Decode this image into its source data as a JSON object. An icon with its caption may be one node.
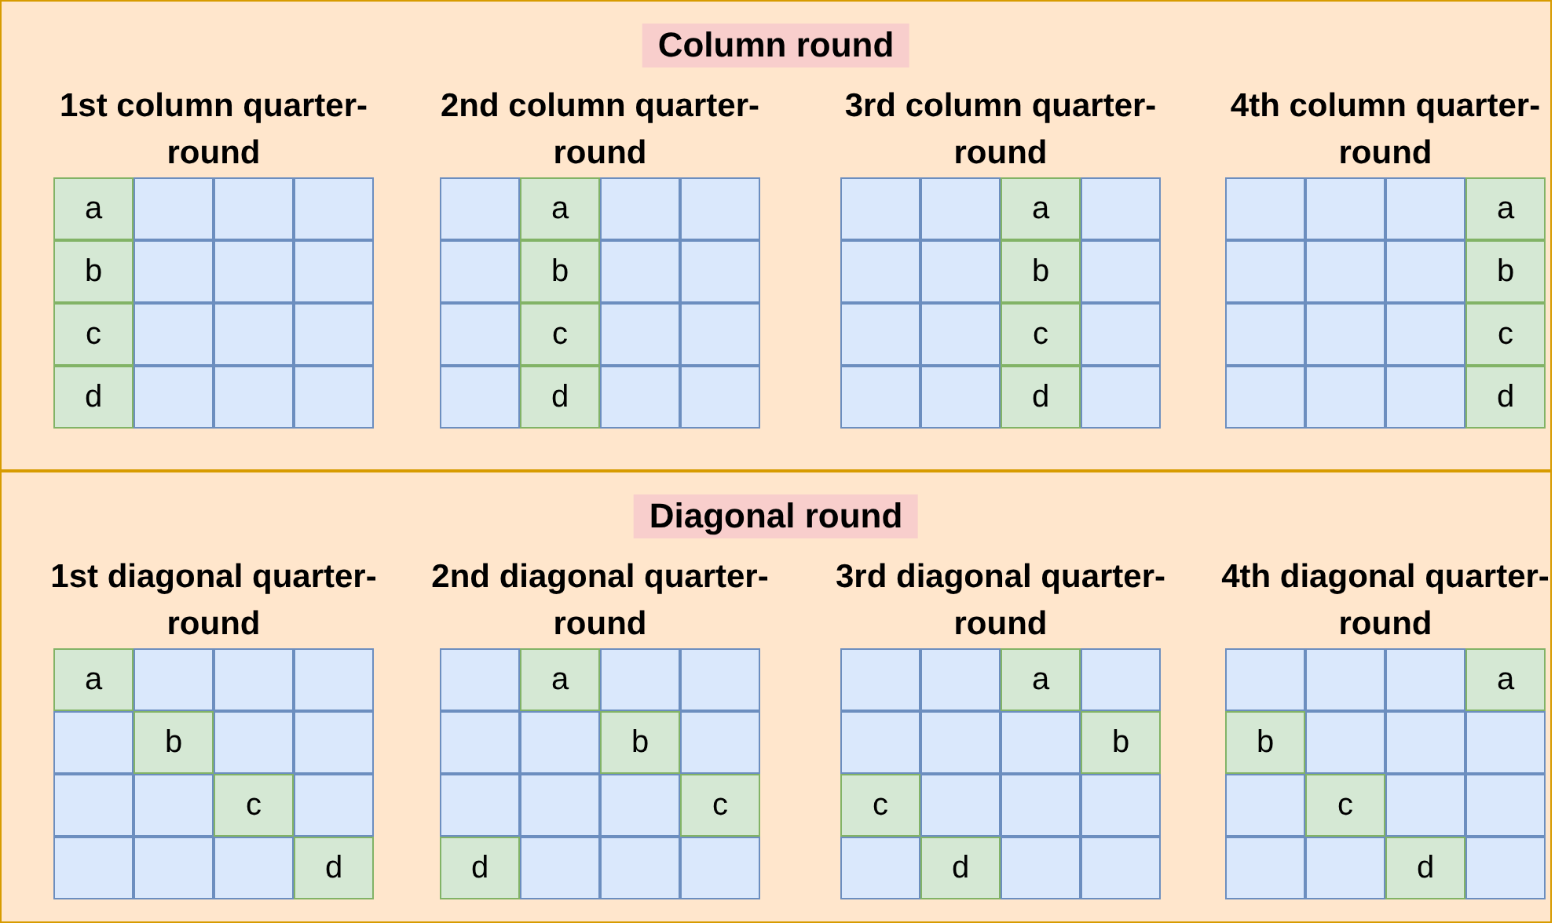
{
  "diagram": {
    "nodes": [
      {
        "text": [
          "Column round"
        ]
      },
      {
        "text": [
          "1st column quarter-round"
        ],
        "in": 0
      },
      {
        "text": [
          "a"
        ],
        "in": 1
      },
      {
        "text": [],
        "shape": "box",
        "in": 1
      },
      {
        "text": [],
        "shape": "box",
        "in": 1
      },
      {
        "text": [],
        "shape": "box",
        "in": 1
      },
      {
        "text": [
          "b"
        ],
        "in": 1
      },
      {
        "text": [],
        "shape": "box",
        "in": 1
      },
      {
        "text": [],
        "shape": "box",
        "in": 1
      },
      {
        "text": [],
        "shape": "box",
        "in": 1
      },
      {
        "text": [
          "c"
        ],
        "in": 1
      },
      {
        "text": [],
        "shape": "box",
        "in": 1
      },
      {
        "text": [],
        "shape": "box",
        "in": 1
      },
      {
        "text": [],
        "shape": "box",
        "in": 1
      },
      {
        "text": [
          "d"
        ],
        "in": 1
      },
      {
        "text": [],
        "shape": "box",
        "in": 1
      },
      {
        "text": [],
        "shape": "box",
        "in": 1
      },
      {
        "text": [],
        "shape": "box",
        "in": 1
      },
      {
        "text": [
          "2nd column quarter-round"
        ],
        "in": 0
      },
      {
        "text": [],
        "shape": "box",
        "in": 18
      },
      {
        "text": [
          "a"
        ],
        "in": 18
      },
      {
        "text": [],
        "shape": "box",
        "in": 18
      },
      {
        "text": [],
        "shape": "box",
        "in": 18
      },
      {
        "text": [],
        "shape": "box",
        "in": 18
      },
      {
        "text": [
          "b"
        ],
        "in": 18
      },
      {
        "text": [],
        "shape": "box",
        "in": 18
      },
      {
        "text": [],
        "shape": "box",
        "in": 18
      },
      {
        "text": [],
        "shape": "box",
        "in": 18
      },
      {
        "text": [
          "c"
        ],
        "in": 18
      },
      {
        "text": [],
        "shape": "box",
        "in": 18
      },
      {
        "text": [],
        "shape": "box",
        "in": 18
      },
      {
        "text": [],
        "shape": "box",
        "in": 18
      },
      {
        "text": [
          "d"
        ],
        "in": 18
      },
      {
        "text": [],
        "shape": "box",
        "in": 18
      },
      {
        "text": [],
        "shape": "box",
        "in": 18
      },
      {
        "text": [
          "3rd column quarter-round"
        ],
        "in": 0
      },
      {
        "text": [],
        "shape": "box",
        "in": 35
      },
      {
        "text": [],
        "shape": "box",
        "in": 35
      },
      {
        "text": [
          "a"
        ],
        "in": 35
      },
      {
        "text": [],
        "shape": "box",
        "in": 35
      },
      {
        "text": [],
        "shape": "box",
        "in": 35
      },
      {
        "text": [],
        "shape": "box",
        "in": 35
      },
      {
        "text": [
          "b"
        ],
        "in": 35
      },
      {
        "text": [],
        "shape": "box",
        "in": 35
      },
      {
        "text": [],
        "shape": "box",
        "in": 35
      },
      {
        "text": [],
        "shape": "box",
        "in": 35
      },
      {
        "text": [
          "c"
        ],
        "in": 35
      },
      {
        "text": [],
        "shape": "box",
        "in": 35
      },
      {
        "text": [],
        "shape": "box",
        "in": 35
      },
      {
        "text": [],
        "shape": "box",
        "in": 35
      },
      {
        "text": [
          "d"
        ],
        "in": 35
      },
      {
        "text": [],
        "shape": "box",
        "in": 35
      },
      {
        "text": [
          "4th column quarter-round"
        ],
        "in": 0
      },
      {
        "text": [],
        "shape": "box",
        "in": 52
      },
      {
        "text": [],
        "shape": "box",
        "in": 52
      },
      {
        "text": [],
        "shape": "box",
        "in": 52
      },
      {
        "text": [
          "a"
        ],
        "in": 52
      },
      {
        "text": [],
        "shape": "box",
        "in": 52
      },
      {
        "text": [],
        "shape": "box",
        "in": 52
      },
      {
        "text": [],
        "shape": "box",
        "in": 52
      },
      {
        "text": [
          "b"
        ],
        "in": 52
      },
      {
        "text": [],
        "shape": "box",
        "in": 52
      },
      {
        "text": [],
        "shape": "box",
        "in": 52
      },
      {
        "text": [],
        "shape": "box",
        "in": 52
      },
      {
        "text": [
          "c"
        ],
        "in": 52
      },
      {
        "text": [],
        "shape": "box",
        "in": 52
      },
      {
        "text": [],
        "shape": "box",
        "in": 52
      },
      {
        "text": [],
        "shape": "box",
        "in": 52
      },
      {
        "text": [
          "d"
        ],
        "in": 52
      },
      {
        "text": [
          "Diagonal round"
        ]
      },
      {
        "text": [
          "1st diagonal quarter-round"
        ],
        "in": 69
      },
      {
        "text": [
          "a"
        ],
        "in": 70
      },
      {
        "text": [],
        "shape": "box",
        "in": 70
      },
      {
        "text": [],
        "shape": "box",
        "in": 70
      },
      {
        "text": [],
        "shape": "box",
        "in": 70
      },
      {
        "text": [],
        "shape": "box",
        "in": 70
      },
      {
        "text": [
          "b"
        ],
        "in": 70
      },
      {
        "text": [],
        "shape": "box",
        "in": 70
      },
      {
        "text": [],
        "shape": "box",
        "in": 70
      },
      {
        "text": [],
        "shape": "box",
        "in": 70
      },
      {
        "text": [],
        "shape": "box",
        "in": 70
      },
      {
        "text": [
          "c"
        ],
        "in": 70
      },
      {
        "text": [],
        "shape": "box",
        "in": 70
      },
      {
        "text": [],
        "shape": "box",
        "in": 70
      },
      {
        "text": [],
        "shape": "box",
        "in": 70
      },
      {
        "text": [],
        "shape": "box",
        "in": 70
      },
      {
        "text": [
          "d"
        ],
        "in": 70
      },
      {
        "text": [
          "2nd diagonal quarter-round"
        ],
        "in": 69
      },
      {
        "text": [],
        "shape": "box",
        "in": 87
      },
      {
        "text": [
          "a"
        ],
        "in": 87
      },
      {
        "text": [],
        "shape": "box",
        "in": 87
      },
      {
        "text": [],
        "shape": "box",
        "in": 87
      },
      {
        "text": [],
        "shape": "box",
        "in": 87
      },
      {
        "text": [],
        "shape": "box",
        "in": 87
      },
      {
        "text": [
          "b"
        ],
        "in": 87
      },
      {
        "text": [],
        "shape": "box",
        "in": 87
      },
      {
        "text": [],
        "shape": "box",
        "in": 87
      },
      {
        "text": [],
        "shape": "box",
        "in": 87
      },
      {
        "text": [],
        "shape": "box",
        "in": 87
      },
      {
        "text": [
          "c"
        ],
        "in": 87
      },
      {
        "text": [
          "d"
        ],
        "in": 87
      },
      {
        "text": [],
        "shape": "box",
        "in": 87
      },
      {
        "text": [],
        "shape": "box",
        "in": 87
      },
      {
        "text": [],
        "shape": "box",
        "in": 87
      },
      {
        "text": [
          "3rd diagonal quarter-round"
        ],
        "in": 69
      },
      {
        "text": [],
        "shape": "box",
        "in": 104
      },
      {
        "text": [],
        "shape": "box",
        "in": 104
      },
      {
        "text": [
          "a"
        ],
        "in": 104
      },
      {
        "text": [],
        "shape": "box",
        "in": 104
      },
      {
        "text": [],
        "shape": "box",
        "in": 104
      },
      {
        "text": [],
        "shape": "box",
        "in": 104
      },
      {
        "text": [],
        "shape": "box",
        "in": 104
      },
      {
        "text": [
          "b"
        ],
        "in": 104
      },
      {
        "text": [
          "c"
        ],
        "in": 104
      },
      {
        "text": [],
        "shape": "box",
        "in": 104
      },
      {
        "text": [],
        "shape": "box",
        "in": 104
      },
      {
        "text": [],
        "shape": "box",
        "in": 104
      },
      {
        "text": [],
        "shape": "box",
        "in": 104
      },
      {
        "text": [
          "d"
        ],
        "in": 104
      },
      {
        "text": [],
        "shape": "box",
        "in": 104
      },
      {
        "text": [],
        "shape": "box",
        "in": 104
      },
      {
        "text": [
          "4th diagonal quarter-round"
        ],
        "in": 69
      },
      {
        "text": [],
        "shape": "box",
        "in": 121
      },
      {
        "text": [],
        "shape": "box",
        "in": 121
      },
      {
        "text": [],
        "shape": "box",
        "in": 121
      },
      {
        "text": [
          "a"
        ],
        "in": 121
      },
      {
        "text": [
          "b"
        ],
        "in": 121
      },
      {
        "text": [],
        "shape": "box",
        "in": 121
      },
      {
        "text": [],
        "shape": "box",
        "in": 121
      },
      {
        "text": [],
        "shape": "box",
        "in": 121
      },
      {
        "text": [],
        "shape": "box",
        "in": 121
      },
      {
        "text": [
          "c"
        ],
        "in": 121
      },
      {
        "text": [],
        "shape": "box",
        "in": 121
      },
      {
        "text": [],
        "shape": "box",
        "in": 121
      },
      {
        "text": [],
        "shape": "box",
        "in": 121
      },
      {
        "text": [],
        "shape": "box",
        "in": 121
      },
      {
        "text": [
          "d"
        ],
        "in": 121
      },
      {
        "text": [],
        "shape": "box",
        "in": 121
      }
    ]
  }
}
